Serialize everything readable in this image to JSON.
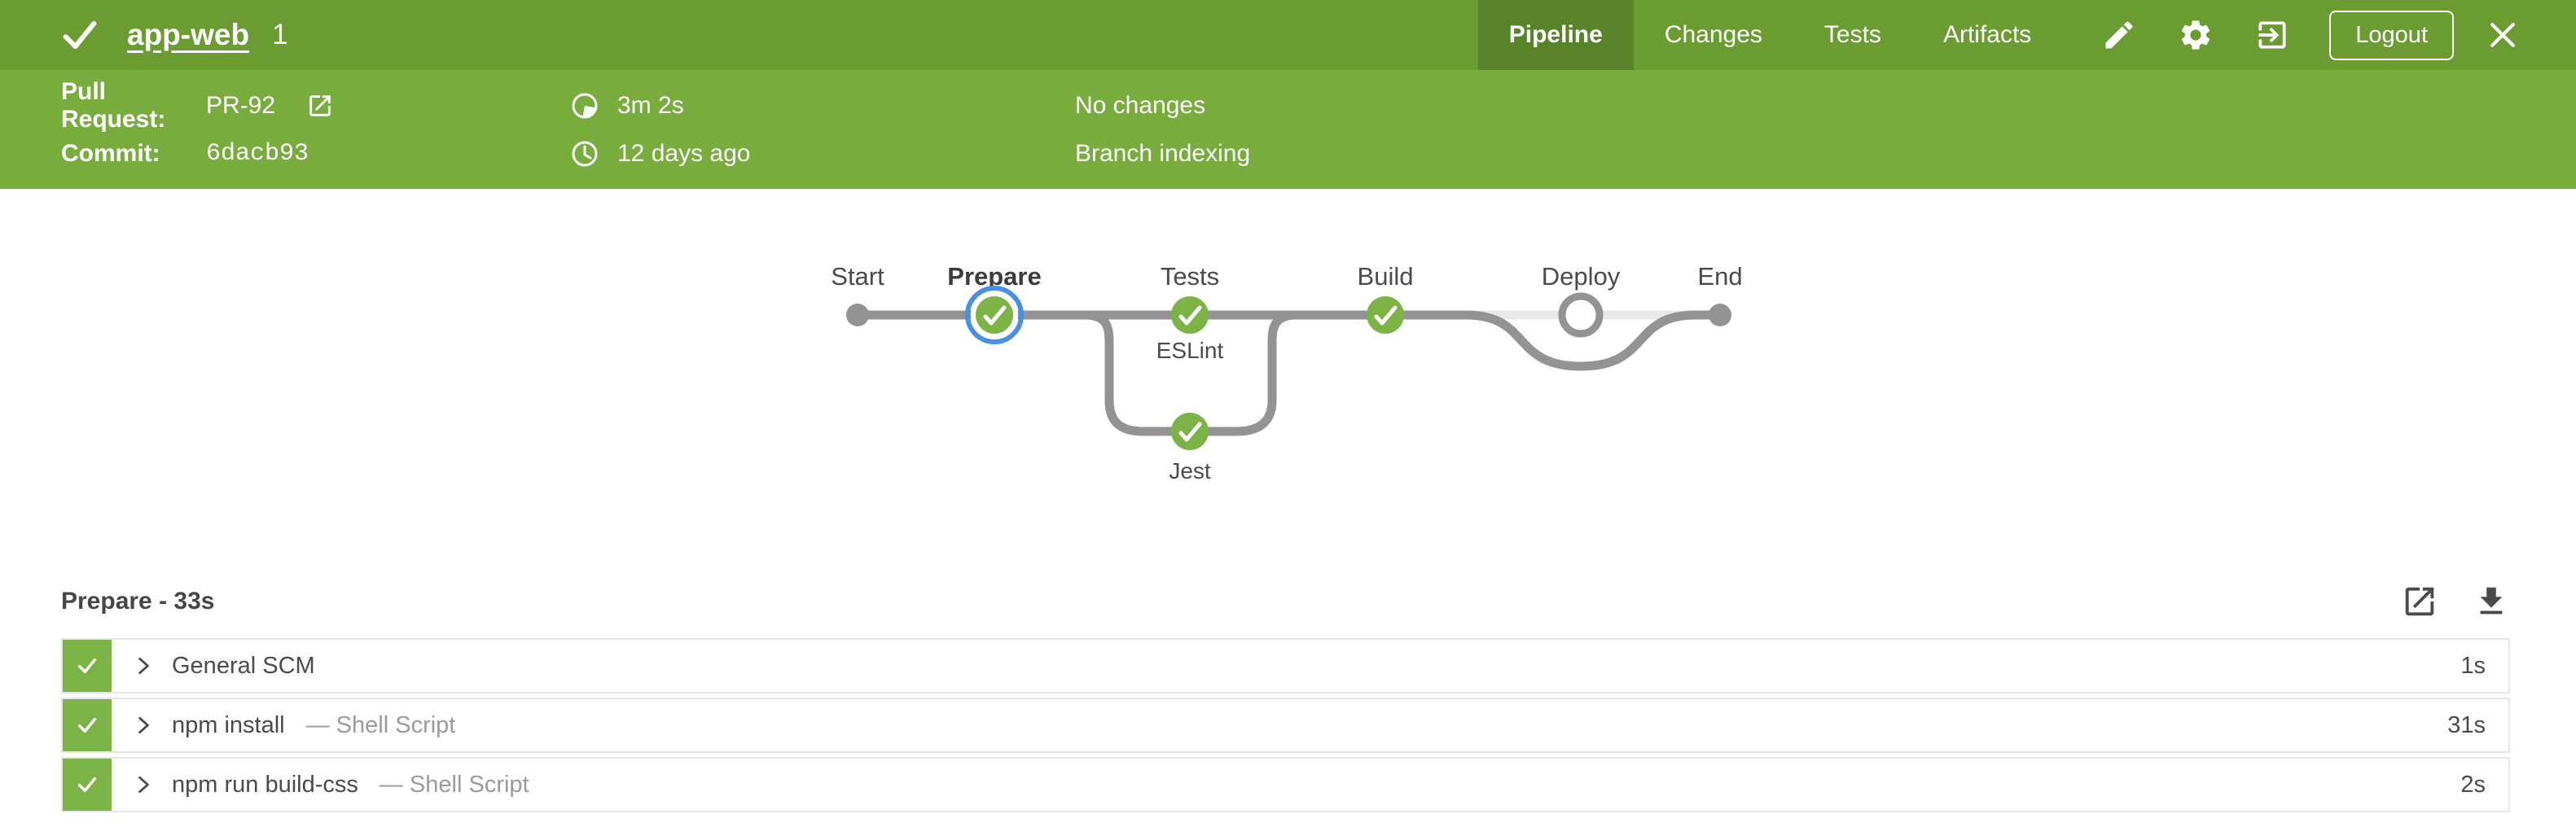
{
  "header": {
    "status": "success",
    "title": "app-web",
    "run_number": "1",
    "tabs": [
      {
        "label": "Pipeline",
        "active": true
      },
      {
        "label": "Changes",
        "active": false
      },
      {
        "label": "Tests",
        "active": false
      },
      {
        "label": "Artifacts",
        "active": false
      }
    ],
    "logout_label": "Logout"
  },
  "info_bar": {
    "pull_request_label": "Pull Request:",
    "pull_request_value": "PR-92",
    "commit_label": "Commit:",
    "commit_value": "6dacb93",
    "duration": "3m 2s",
    "time_ago": "12 days ago",
    "changes_text": "No changes",
    "cause_text": "Branch indexing"
  },
  "pipeline": {
    "selected_stage": "Prepare",
    "stages": [
      {
        "name": "Start",
        "state": "terminal"
      },
      {
        "name": "Prepare",
        "state": "success-selected"
      },
      {
        "name": "Tests",
        "state": "success"
      },
      {
        "name": "Build",
        "state": "success"
      },
      {
        "name": "Deploy",
        "state": "not-built"
      },
      {
        "name": "End",
        "state": "terminal"
      }
    ],
    "parallel_branches": [
      {
        "name": "ESLint",
        "state": "success"
      },
      {
        "name": "Jest",
        "state": "success"
      }
    ]
  },
  "steps_section": {
    "heading": "Prepare - 33s",
    "rows": [
      {
        "status": "success",
        "name": "General SCM",
        "type": "",
        "duration": "1s"
      },
      {
        "status": "success",
        "name": "npm install",
        "type": "— Shell Script",
        "duration": "31s"
      },
      {
        "status": "success",
        "name": "npm run build-css",
        "type": "— Shell Script",
        "duration": "2s"
      }
    ]
  },
  "colors": {
    "topbar_green": "#6a9c31",
    "infobar_green": "#78ad3d",
    "active_tab_overlay": "rgba(0,0,0,0.16)",
    "node_green": "#7cb347",
    "selected_ring_blue": "#4a90e2",
    "line_gray": "#949393",
    "skipped_line_gray": "#e8e8e8",
    "text_dark": "#4a4a4a",
    "text_muted": "#9b9b9b"
  }
}
